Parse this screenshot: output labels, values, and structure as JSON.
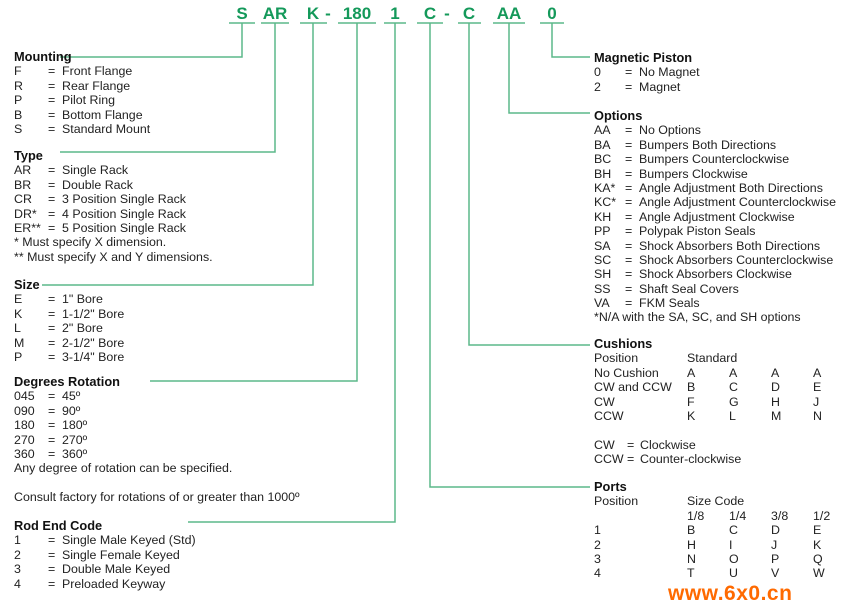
{
  "model_code": [
    "S",
    "AR",
    "K",
    "-",
    "180",
    "1",
    "C",
    "-",
    "C",
    "AA",
    "0"
  ],
  "colors": {
    "code": "#14995a",
    "line": "#5cb88a",
    "watermark": "#ff6a00"
  },
  "left": [
    {
      "key": "mounting",
      "title": "Mounting",
      "items": [
        [
          "F",
          "=",
          "Front Flange"
        ],
        [
          "R",
          "=",
          "Rear Flange"
        ],
        [
          "P",
          "=",
          "Pilot Ring"
        ],
        [
          "B",
          "=",
          "Bottom Flange"
        ],
        [
          "S",
          "=",
          "Standard Mount"
        ]
      ],
      "notes": []
    },
    {
      "key": "type",
      "title": "Type",
      "items": [
        [
          "AR",
          "=",
          "Single Rack"
        ],
        [
          "BR",
          "=",
          "Double Rack"
        ],
        [
          "CR",
          "=",
          "3 Position Single Rack"
        ],
        [
          "DR*",
          "=",
          "4 Position Single Rack"
        ],
        [
          "ER**",
          "=",
          "5 Position Single Rack"
        ]
      ],
      "notes": [
        "* Must specify X dimension.",
        "** Must specify X and Y dimensions."
      ]
    },
    {
      "key": "size",
      "title": "Size",
      "items": [
        [
          "E",
          "=",
          "1\" Bore"
        ],
        [
          "K",
          "=",
          "1-1/2\" Bore"
        ],
        [
          "L",
          "=",
          "2\" Bore"
        ],
        [
          "M",
          "=",
          "2-1/2\" Bore"
        ],
        [
          "P",
          "=",
          "3-1/4\" Bore"
        ]
      ],
      "notes": []
    },
    {
      "key": "degrees",
      "title": "Degrees Rotation",
      "items": [
        [
          "045",
          "=",
          "45º"
        ],
        [
          "090",
          "=",
          "90º"
        ],
        [
          "180",
          "=",
          "180º"
        ],
        [
          "270",
          "=",
          "270º"
        ],
        [
          "360",
          "=",
          "360º"
        ]
      ],
      "notes": [
        "Any degree of rotation can be specified.",
        "",
        "Consult factory for rotations of or greater than 1000º"
      ]
    },
    {
      "key": "rod",
      "title": "Rod End Code",
      "items": [
        [
          "1",
          "=",
          "Single Male Keyed (Std)"
        ],
        [
          "2",
          "=",
          "Single Female Keyed"
        ],
        [
          "3",
          "=",
          "Double Male Keyed"
        ],
        [
          "4",
          "=",
          "Preloaded Keyway"
        ]
      ],
      "notes": []
    }
  ],
  "right": [
    {
      "key": "magnetic",
      "title": "Magnetic Piston",
      "items": [
        [
          "0",
          "=",
          "No Magnet"
        ],
        [
          "2",
          "=",
          "Magnet"
        ]
      ],
      "notes": []
    },
    {
      "key": "options",
      "title": "Options",
      "items": [
        [
          "AA",
          "=",
          "No Options"
        ],
        [
          "BA",
          "=",
          "Bumpers Both Directions"
        ],
        [
          "BC",
          "=",
          "Bumpers Counterclockwise"
        ],
        [
          "BH",
          "=",
          "Bumpers Clockwise"
        ],
        [
          "KA*",
          "=",
          "Angle Adjustment Both Directions"
        ],
        [
          "KC*",
          "=",
          "Angle Adjustment Counterclockwise"
        ],
        [
          "KH",
          "=",
          "Angle Adjustment Clockwise"
        ],
        [
          "PP",
          "=",
          "Polypak Piston Seals"
        ],
        [
          "SA",
          "=",
          "Shock Absorbers Both Directions"
        ],
        [
          "SC",
          "=",
          "Shock Absorbers Counterclockwise"
        ],
        [
          "SH",
          "=",
          "Shock Absorbers Clockwise"
        ],
        [
          "SS",
          "=",
          "Shaft Seal Covers"
        ],
        [
          "VA",
          "=",
          "FKM Seals"
        ]
      ],
      "notes": [
        "*N/A with the SA, SC, and SH options"
      ]
    }
  ],
  "cushions": {
    "title": "Cushions",
    "col_head": "Position",
    "group_head": "Standard",
    "rows": [
      [
        "No Cushion",
        "A",
        "A",
        "A",
        "A"
      ],
      [
        "CW and CCW",
        "B",
        "C",
        "D",
        "E"
      ],
      [
        "CW",
        "F",
        "G",
        "H",
        "J"
      ],
      [
        "CCW",
        "K",
        "L",
        "M",
        "N"
      ]
    ],
    "legend": [
      [
        "CW",
        "=",
        "Clockwise"
      ],
      [
        "CCW",
        "=",
        "Counter-clockwise"
      ]
    ]
  },
  "ports": {
    "title": "Ports",
    "col_head": "Position",
    "group_head": "Size Code",
    "sizes": [
      "1/8",
      "1/4",
      "3/8",
      "1/2"
    ],
    "rows": [
      [
        "1",
        "B",
        "C",
        "D",
        "E"
      ],
      [
        "2",
        "H",
        "I",
        "J",
        "K"
      ],
      [
        "3",
        "N",
        "O",
        "P",
        "Q"
      ],
      [
        "4",
        "T",
        "U",
        "V",
        "W"
      ]
    ]
  },
  "watermark": "www.6x0.cn"
}
